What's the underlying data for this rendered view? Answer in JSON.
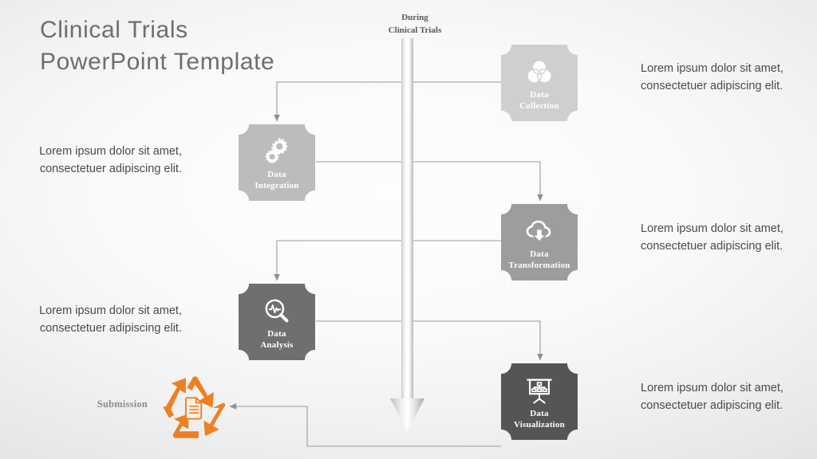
{
  "slide": {
    "title": "Clinical Trials\nPowerPoint Template",
    "background_color": "#f4f4f4",
    "title_color": "#6e6e6e"
  },
  "timeline": {
    "label": "During\nClinical  Trials",
    "arrow_direction": "down",
    "arrow_color": "#ffffff"
  },
  "nodes": [
    {
      "id": "data-collection",
      "label": "Data\nCollection",
      "icon": "venn-diagram-icon",
      "color": "#cfcfcf",
      "side": "right",
      "description": "Lorem ipsum dolor sit amet, consectetuer adipiscing elit."
    },
    {
      "id": "data-integration",
      "label": "Data\nIntegration",
      "icon": "gears-icon",
      "color": "#bcbcbc",
      "side": "left",
      "description": "Lorem ipsum dolor sit amet, consectetuer adipiscing elit."
    },
    {
      "id": "data-transformation",
      "label": "Data\nTransformation",
      "icon": "cloud-download-icon",
      "color": "#9d9d9d",
      "side": "right",
      "description": "Lorem ipsum dolor sit amet, consectetuer adipiscing elit."
    },
    {
      "id": "data-analysis",
      "label": "Data\nAnalysis",
      "icon": "magnifier-pulse-icon",
      "color": "#6f6f6f",
      "side": "left",
      "description": "Lorem ipsum dolor sit amet, consectetuer adipiscing elit."
    },
    {
      "id": "data-visualization",
      "label": "Data\nVisualization",
      "icon": "presentation-chart-icon",
      "color": "#555555",
      "side": "right",
      "description": "Lorem ipsum dolor sit amet, consectetuer adipiscing elit."
    }
  ],
  "submission": {
    "label": "Submission",
    "icon": "recycle-document-icon",
    "accent_color": "#ef7f23"
  },
  "connectors": {
    "line_color": "#9a9a9a"
  }
}
